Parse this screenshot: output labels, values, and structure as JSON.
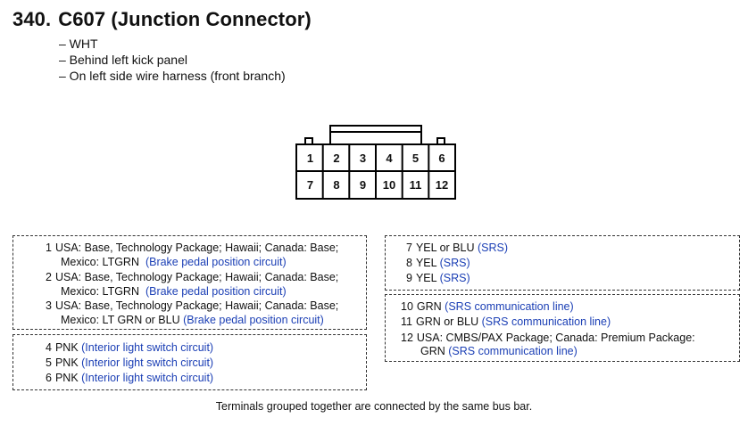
{
  "header": {
    "index": "340.",
    "title": "C607 (Junction Connector)"
  },
  "attributes": [
    "– WHT",
    "– Behind left kick panel",
    "– On left side wire harness (front branch)"
  ],
  "connector": {
    "top_row": [
      "1",
      "2",
      "3",
      "4",
      "5",
      "6"
    ],
    "bottom_row": [
      "7",
      "8",
      "9",
      "10",
      "11",
      "12"
    ]
  },
  "groups": {
    "g1": [
      {
        "n": "1",
        "line1": "USA: Base, Technology Package; Hawaii; Canada: Base;",
        "line2_prefix": "Mexico: LTGRN",
        "circuit": "(Brake pedal position circuit)"
      },
      {
        "n": "2",
        "line1": "USA: Base, Technology Package; Hawaii; Canada: Base;",
        "line2_prefix": "Mexico: LTGRN",
        "circuit": "(Brake pedal position circuit)"
      },
      {
        "n": "3",
        "line1": "USA: Base, Technology Package; Hawaii; Canada: Base;",
        "line2_prefix": "Mexico: LT GRN or BLU",
        "circuit": "(Brake pedal position circuit)"
      }
    ],
    "g2": [
      {
        "n": "4",
        "prefix": "PNK",
        "circuit": "(Interior light switch circuit)"
      },
      {
        "n": "5",
        "prefix": "PNK",
        "circuit": "(Interior light switch circuit)"
      },
      {
        "n": "6",
        "prefix": "PNK",
        "circuit": "(Interior light switch circuit)"
      }
    ],
    "g3": [
      {
        "n": "7",
        "prefix": "YEL or BLU",
        "circuit": "(SRS)"
      },
      {
        "n": "8",
        "prefix": "YEL",
        "circuit": "(SRS)"
      },
      {
        "n": "9",
        "prefix": "YEL",
        "circuit": "(SRS)"
      }
    ],
    "g4": [
      {
        "n": "10",
        "prefix": "GRN",
        "circuit": "(SRS communication line)"
      },
      {
        "n": "11",
        "prefix": "GRN or BLU",
        "circuit": "(SRS communication line)"
      },
      {
        "n": "12",
        "line1": "USA: CMBS/PAX Package; Canada: Premium Package:",
        "line2_prefix": "GRN",
        "circuit": "(SRS communication line)"
      }
    ]
  },
  "footer": "Terminals grouped together are connected by the same bus bar."
}
